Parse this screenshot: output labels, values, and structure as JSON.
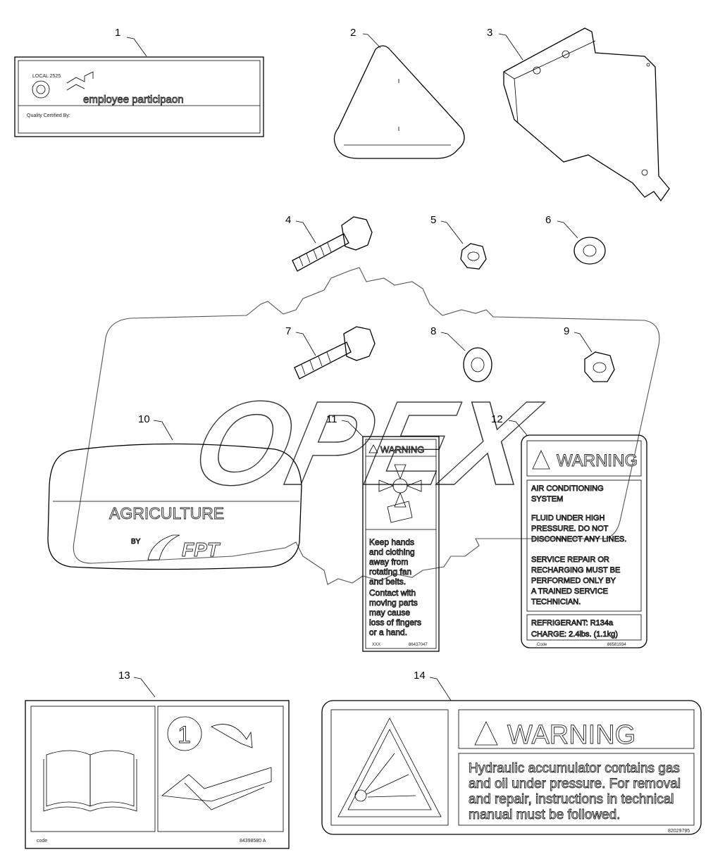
{
  "parts": [
    {
      "id": "1",
      "label": "1"
    },
    {
      "id": "2",
      "label": "2"
    },
    {
      "id": "3",
      "label": "3"
    },
    {
      "id": "4",
      "label": "4"
    },
    {
      "id": "5",
      "label": "5"
    },
    {
      "id": "6",
      "label": "6"
    },
    {
      "id": "7",
      "label": "7"
    },
    {
      "id": "8",
      "label": "8"
    },
    {
      "id": "9",
      "label": "9"
    },
    {
      "id": "10",
      "label": "10"
    },
    {
      "id": "11",
      "label": "11"
    },
    {
      "id": "12",
      "label": "12"
    },
    {
      "id": "13",
      "label": "13"
    },
    {
      "id": "14",
      "label": "14"
    }
  ],
  "watermark": {
    "text": "OPEX"
  },
  "decal1": {
    "local": "LOCAL 2525",
    "brand": "employee participaon",
    "quality": "Quality Certified By:"
  },
  "decal10": {
    "line1": "AGRICULTURE",
    "line2": "BY",
    "line3": "FPT"
  },
  "decal11": {
    "title": "WARNING",
    "lines": [
      "Keep hands",
      "and clothing",
      "away from",
      "rotating fan",
      "and belts.",
      "Contact with",
      "moving parts",
      "may cause",
      "loss of fingers",
      "or a hand."
    ],
    "code_left": "XXX",
    "code_right": "86437047"
  },
  "decal12": {
    "title": "WARNING",
    "heading": [
      "AIR CONDITIONING",
      "SYSTEM"
    ],
    "para1": [
      "FLUID UNDER HIGH",
      "PRESSURE. DO NOT",
      "DISCONNECT ANY LINES."
    ],
    "para2": [
      "SERVICE REPAIR OR",
      "RECHARGING MUST BE",
      "PERFORMED ONLY BY",
      "A TRAINED SERVICE",
      "TECHNICIAN."
    ],
    "refrigerant": "REFRIGERANT:  R134a",
    "charge": "CHARGE:  2.4lbs. (1.1kg)",
    "code_left": "Code",
    "code_right": "86581934"
  },
  "decal13": {
    "step": "1",
    "code_left": "code",
    "code_right": "84398580 A"
  },
  "decal14": {
    "title": "WARNING",
    "lines": [
      "Hydraulic accumulator contains gas",
      "and oil under pressure. For removal",
      "and repair, instructions in technical",
      "manual must be followed."
    ],
    "code": "82029795"
  }
}
